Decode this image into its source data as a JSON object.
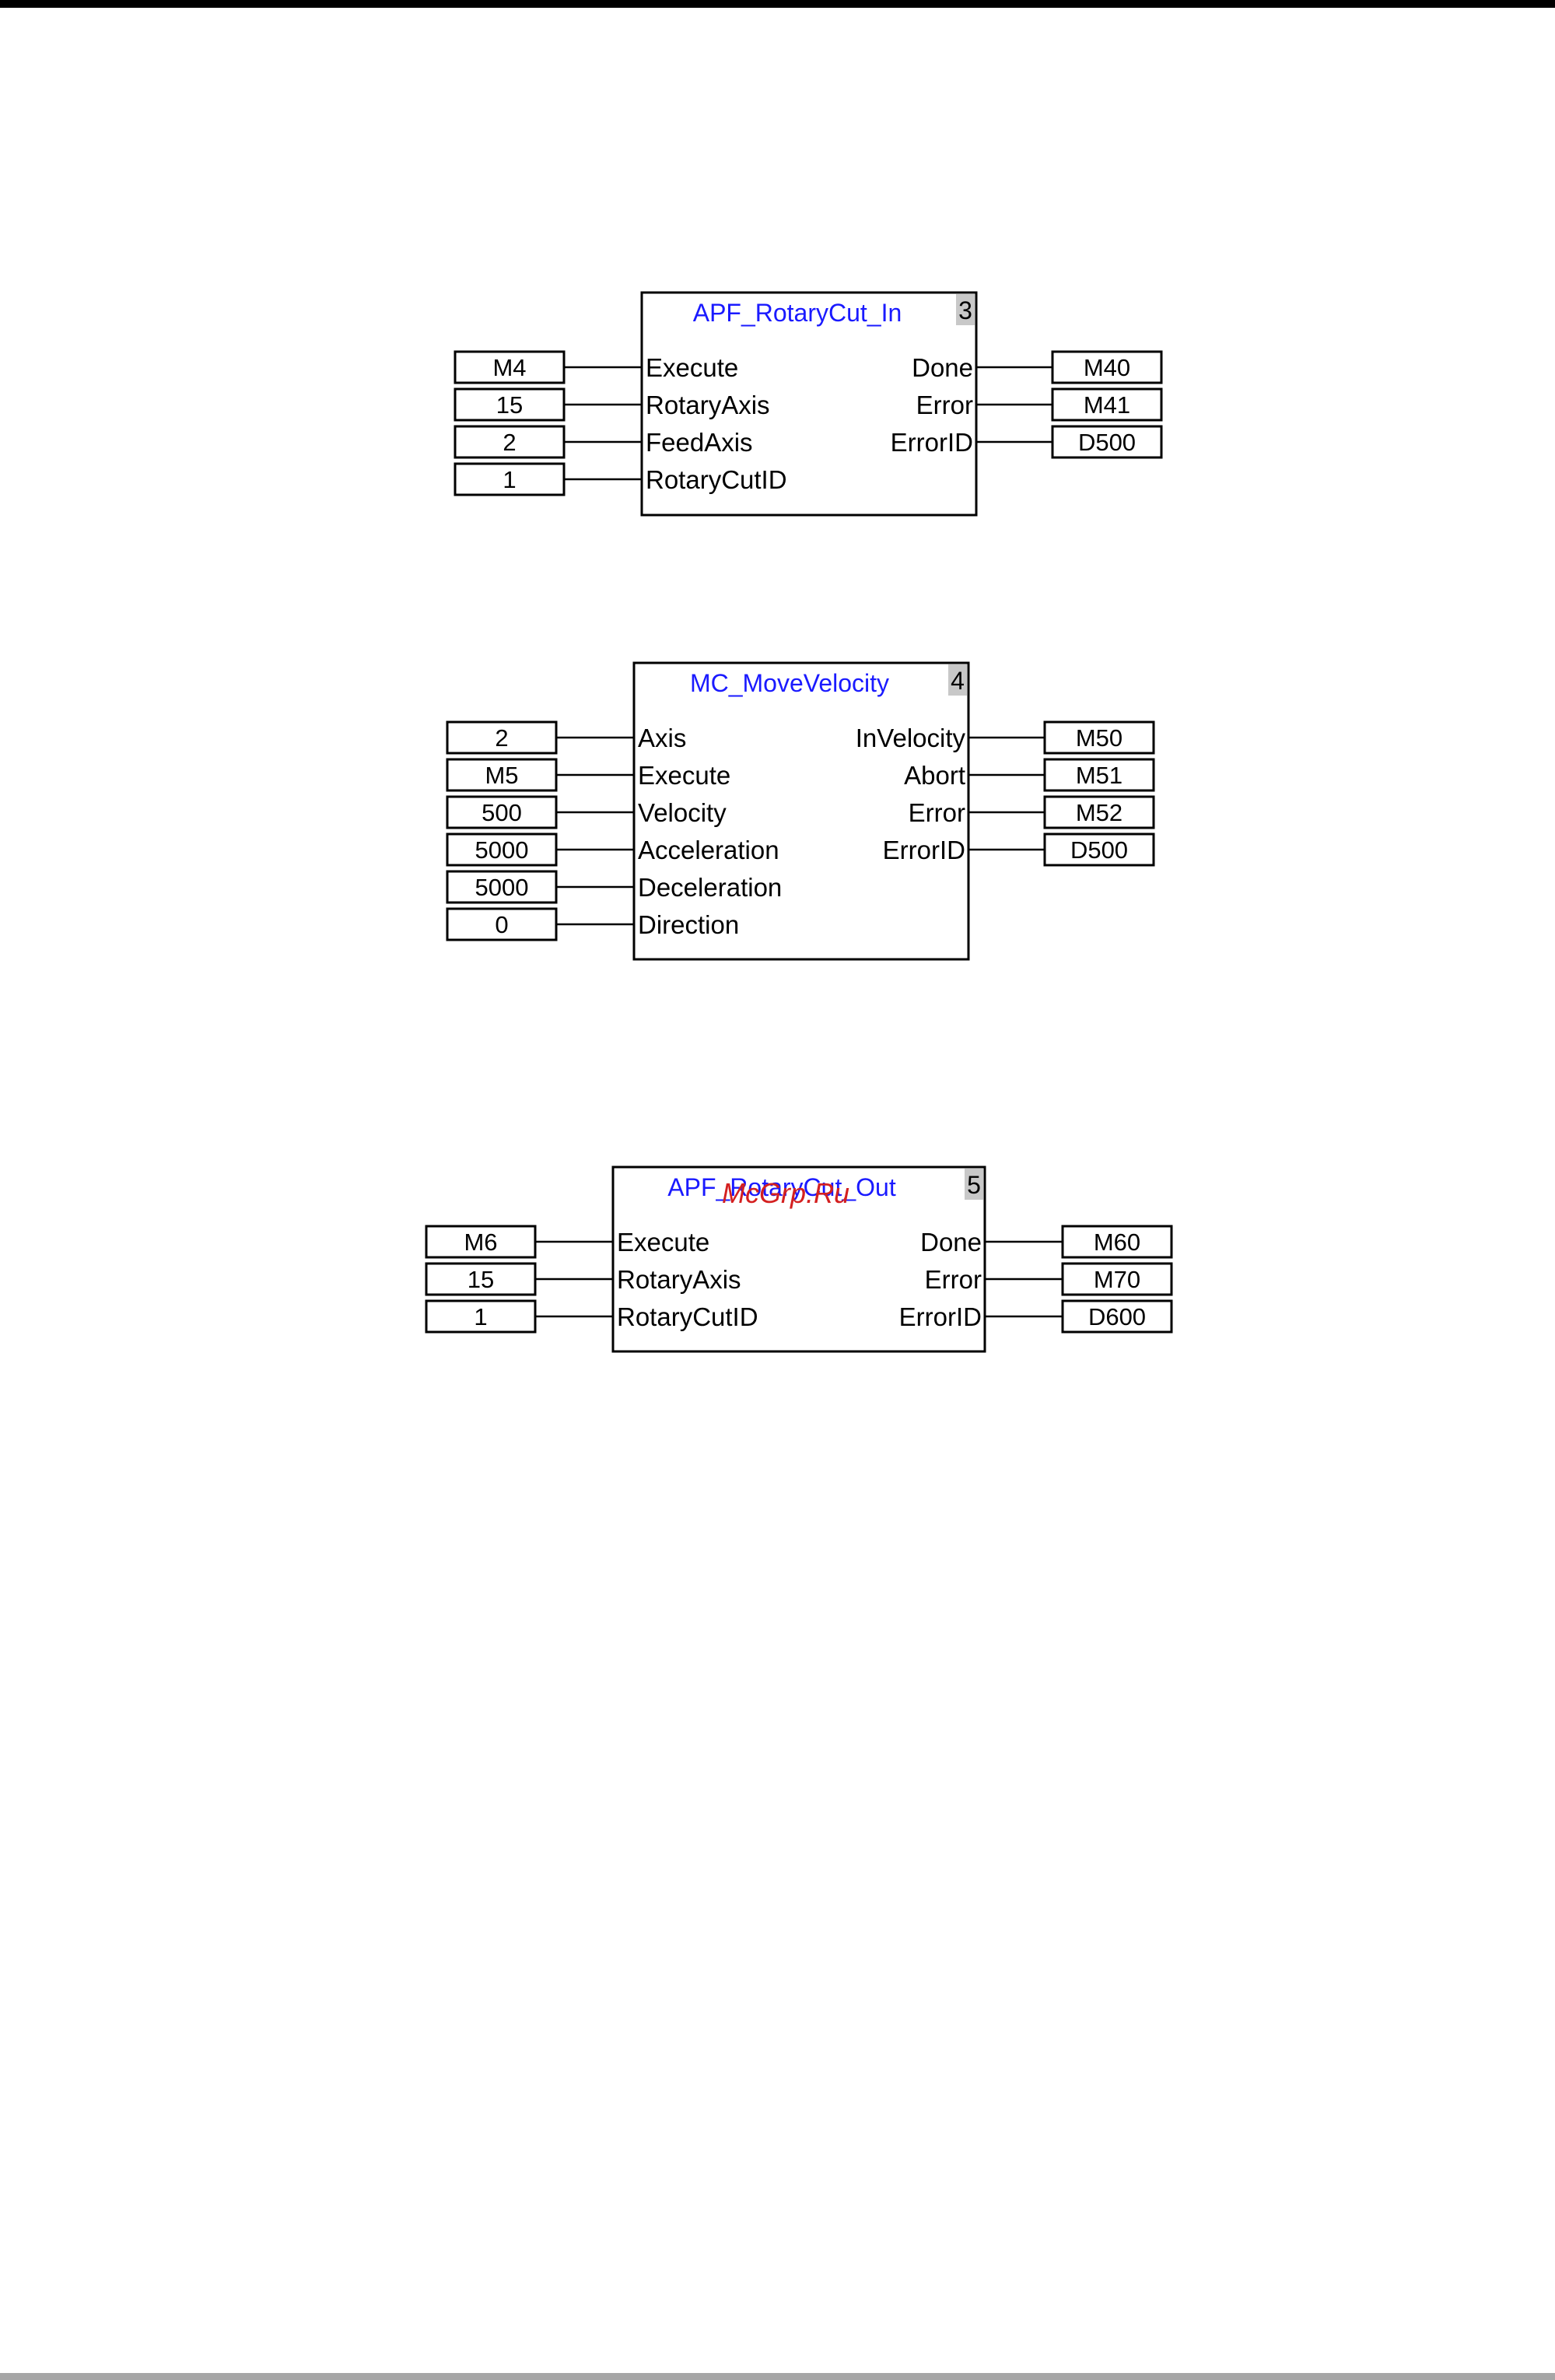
{
  "blocks": [
    {
      "title": "APF_RotaryCut_In",
      "number": "3",
      "inputs": [
        {
          "pin": "Execute",
          "value": "M4"
        },
        {
          "pin": "RotaryAxis",
          "value": "15"
        },
        {
          "pin": "FeedAxis",
          "value": "2"
        },
        {
          "pin": "RotaryCutID",
          "value": "1"
        }
      ],
      "outputs": [
        {
          "pin": "Done",
          "value": "M40"
        },
        {
          "pin": "Error",
          "value": "M41"
        },
        {
          "pin": "ErrorID",
          "value": "D500"
        }
      ]
    },
    {
      "title": "MC_MoveVelocity",
      "number": "4",
      "inputs": [
        {
          "pin": "Axis",
          "value": "2"
        },
        {
          "pin": "Execute",
          "value": "M5"
        },
        {
          "pin": "Velocity",
          "value": "500"
        },
        {
          "pin": "Acceleration",
          "value": "5000"
        },
        {
          "pin": "Deceleration",
          "value": "5000"
        },
        {
          "pin": "Direction",
          "value": "0"
        }
      ],
      "outputs": [
        {
          "pin": "InVelocity",
          "value": "M50"
        },
        {
          "pin": "Abort",
          "value": "M51"
        },
        {
          "pin": "Error",
          "value": "M52"
        },
        {
          "pin": "ErrorID",
          "value": "D500"
        }
      ]
    },
    {
      "title": "APF_RotaryCut_Out",
      "number": "5",
      "inputs": [
        {
          "pin": "Execute",
          "value": "M6"
        },
        {
          "pin": "RotaryAxis",
          "value": "15"
        },
        {
          "pin": "RotaryCutID",
          "value": "1"
        }
      ],
      "outputs": [
        {
          "pin": "Done",
          "value": "M60"
        },
        {
          "pin": "Error",
          "value": "M70"
        },
        {
          "pin": "ErrorID",
          "value": "D600"
        }
      ]
    }
  ],
  "watermark": "McGrp.Ru"
}
